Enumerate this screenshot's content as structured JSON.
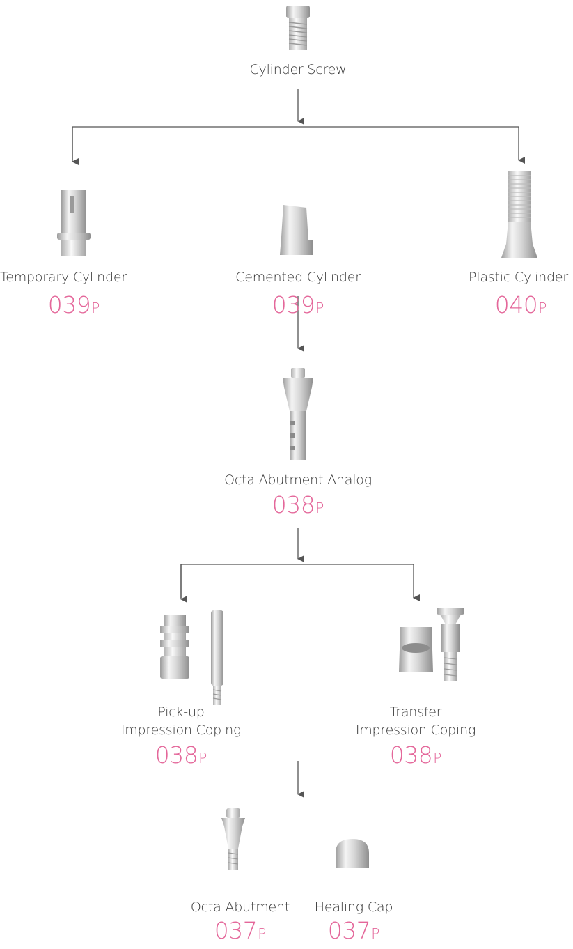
{
  "items": {
    "cylinder_screw": {
      "label": "Cylinder Screw"
    },
    "temporary_cylinder": {
      "label": "Temporary Cylinder",
      "page": "039",
      "suffix": "P"
    },
    "cemented_cylinder": {
      "label": "Cemented Cylinder",
      "page": "039",
      "suffix": "P"
    },
    "plastic_cylinder": {
      "label": "Plastic Cylinder",
      "page": "040",
      "suffix": "P"
    },
    "octa_abutment_analog": {
      "label": "Octa Abutment Analog",
      "page": "038",
      "suffix": "P"
    },
    "pickup_coping": {
      "label_line1": "Pick-up",
      "label_line2": "Impression Coping",
      "page": "038",
      "suffix": "P"
    },
    "transfer_coping": {
      "label_line1": "Transfer",
      "label_line2": "Impression Coping",
      "page": "038",
      "suffix": "P"
    },
    "octa_abutment": {
      "label": "Octa Abutment",
      "page": "037",
      "suffix": "P"
    },
    "healing_cap": {
      "label": "Healing Cap",
      "page": "037",
      "suffix": "P"
    }
  },
  "colors": {
    "accent": "#e4679a",
    "text": "#3a3a3a",
    "connector": "#555555"
  }
}
